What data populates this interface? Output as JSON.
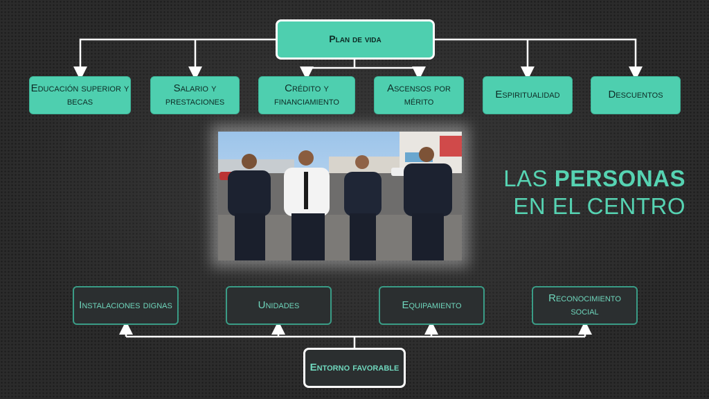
{
  "top": {
    "root": "Plan de vida",
    "children": [
      "Educación superior y becas",
      "Salario y prestaciones",
      "Crédito y financiamiento",
      "Ascensos por mérito",
      "Espiritualidad",
      "Descuentos"
    ]
  },
  "headline": {
    "line1_prefix": "LAS ",
    "line1_bold": "PERSONAS",
    "line2": "EN EL CENTRO"
  },
  "bottom": {
    "root": "Entorno favorable",
    "children": [
      "Instalaciones dignas",
      "Unidades",
      "Equipamiento",
      "Reconocimiento social"
    ]
  },
  "colors": {
    "teal": "#4ecfaf",
    "dark_box": "#2b2f30",
    "accent_text": "#56d3b2",
    "connector": "#ffffff"
  }
}
